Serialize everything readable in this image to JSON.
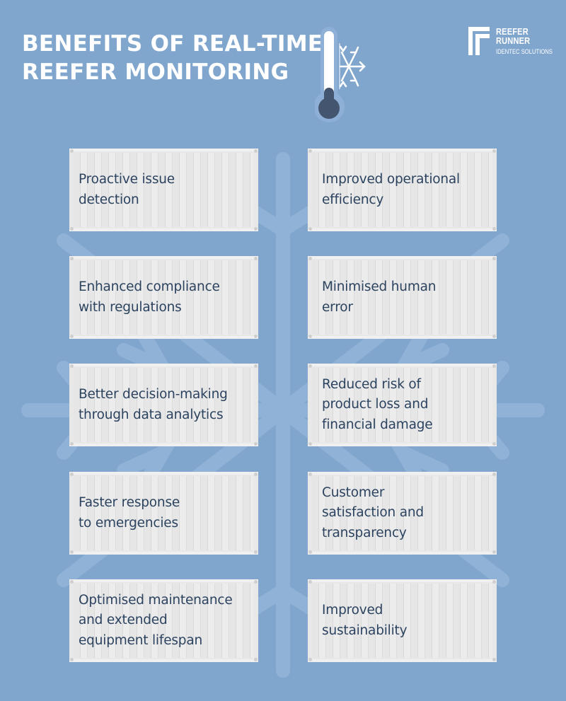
{
  "header": {
    "title_lines": [
      "BENEFITS OF REAL-TIME",
      "REEFER MONITORING"
    ]
  },
  "logo": {
    "name_lines": [
      "REEFER",
      "RUNNER"
    ],
    "subtitle": "IDENTEC SOLUTIONS"
  },
  "icons": {
    "thermometer": "thermometer-icon",
    "snowflake": "snowflake-icon",
    "container": "shipping-container"
  },
  "colors": {
    "background": "#80a6ce",
    "snowflake": "#93b4d8",
    "card": "#e8e8e8",
    "text": "#2c4360",
    "thermo_bulb": "#44556f"
  },
  "benefits": [
    {
      "text": "Proactive issue detection",
      "lines": [
        "Proactive issue",
        "detection"
      ]
    },
    {
      "text": "Improved operational efficiency",
      "lines": [
        "Improved operational",
        "efficiency"
      ]
    },
    {
      "text": "Enhanced compliance with regulations",
      "lines": [
        "Enhanced compliance",
        "with regulations"
      ]
    },
    {
      "text": "Minimised human error",
      "lines": [
        "Minimised human",
        "error"
      ]
    },
    {
      "text": "Better decision-making through data analytics",
      "lines": [
        "Better decision-making",
        "through data analytics"
      ]
    },
    {
      "text": "Reduced risk of product loss and financial damage",
      "lines": [
        "Reduced risk of",
        "product loss and",
        "financial damage"
      ]
    },
    {
      "text": "Faster response to emergencies",
      "lines": [
        "Faster response",
        "to emergencies"
      ]
    },
    {
      "text": "Customer satisfaction and transparency",
      "lines": [
        "Customer",
        "satisfaction and",
        "transparency"
      ]
    },
    {
      "text": "Optimised maintenance and extended equipment lifespan",
      "lines": [
        "Optimised maintenance",
        "and extended",
        "equipment lifespan"
      ]
    },
    {
      "text": "Improved sustainability",
      "lines": [
        "Improved",
        "sustainability"
      ]
    }
  ]
}
